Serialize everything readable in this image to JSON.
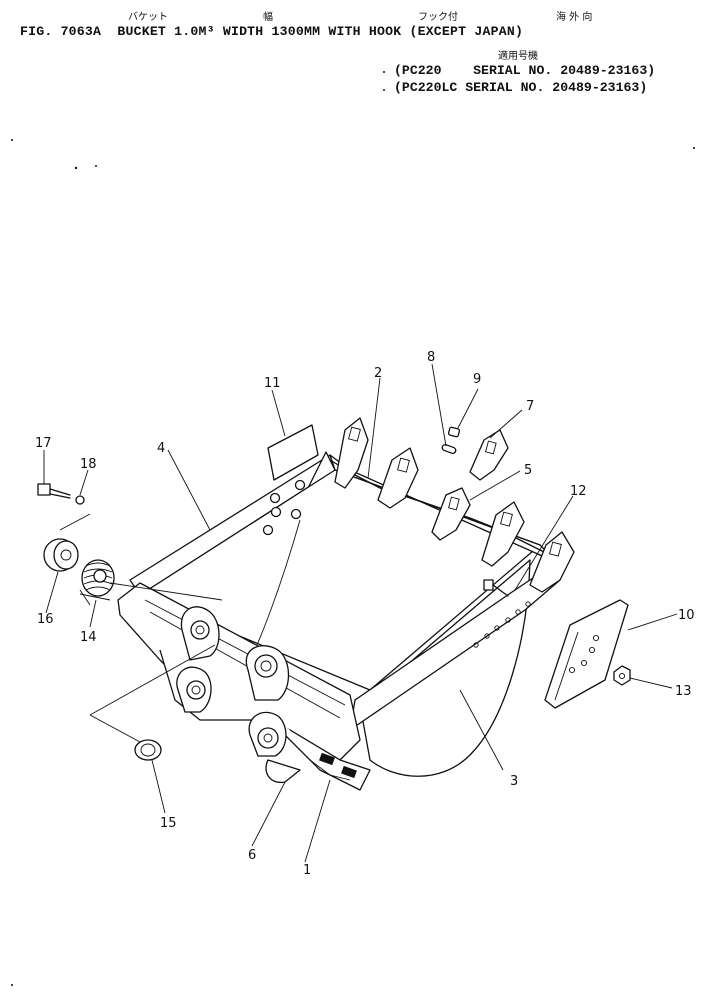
{
  "header": {
    "jp_bucket": "バケット",
    "jp_width": "幅",
    "jp_hook": "フック付",
    "jp_overseas": "海 外 向",
    "title": "FIG. 7063A  BUCKET 1.0M³ WIDTH 1300MM WITH HOOK (EXCEPT JAPAN)",
    "jp_applicable": "適用号機",
    "serial_1": "(PC220    SERIAL NO. 20489-23163)",
    "serial_2": "(PC220LC SERIAL NO. 20489-23163)"
  },
  "callouts": [
    "1",
    "2",
    "3",
    "4",
    "5",
    "6",
    "7",
    "8",
    "9",
    "10",
    "11",
    "12",
    "13",
    "14",
    "15",
    "16",
    "17",
    "18"
  ],
  "colors": {
    "ink": "#111111",
    "paper": "#ffffff"
  }
}
